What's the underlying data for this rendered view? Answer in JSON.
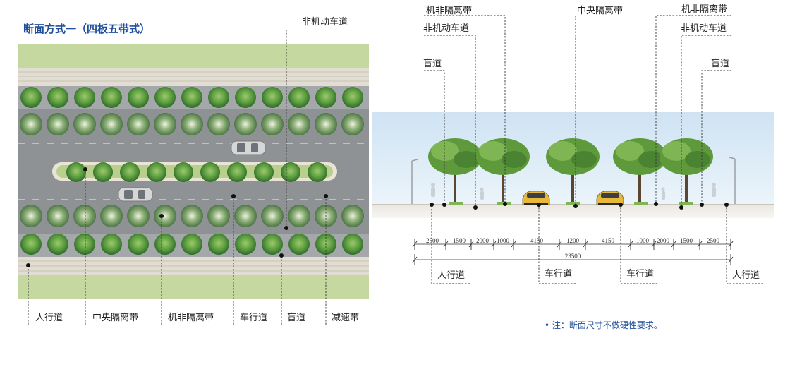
{
  "title": "断面方式一（四板五带式）",
  "plan_labels": {
    "sidewalk": "人行道",
    "central_median": "中央隔离带",
    "motor_nonmotor_separator": "机非隔离带",
    "carriageway": "车行道",
    "tactile_path": "盲道",
    "speed_bump": "减速带",
    "non_motor_lane": "非机动车道"
  },
  "section_top_labels": {
    "separator_left": "机非隔离带",
    "non_motor_left": "非机动车道",
    "tactile_left": "盲道",
    "central_median": "中央隔离带",
    "separator_right": "机非隔离带",
    "non_motor_right": "非机动车道",
    "tactile_right": "盲道"
  },
  "section_bottom_labels": {
    "sidewalk_left": "人行道",
    "carriageway_left": "车行道",
    "carriageway_right": "车行道",
    "sidewalk_right": "人行道"
  },
  "dimensions": [
    "2500",
    "1500",
    "2000",
    "1000",
    "4150",
    "1200",
    "4150",
    "1000",
    "2000",
    "1500",
    "2500"
  ],
  "total_width": "23500",
  "note": "• 注：断面尺寸不做硬性要求。",
  "colors": {
    "title": "#1f4e9a",
    "road": "#8f9294",
    "grass": "#b9cf8c",
    "tree": "#4f8f3a",
    "sky": "#dcecf7"
  }
}
